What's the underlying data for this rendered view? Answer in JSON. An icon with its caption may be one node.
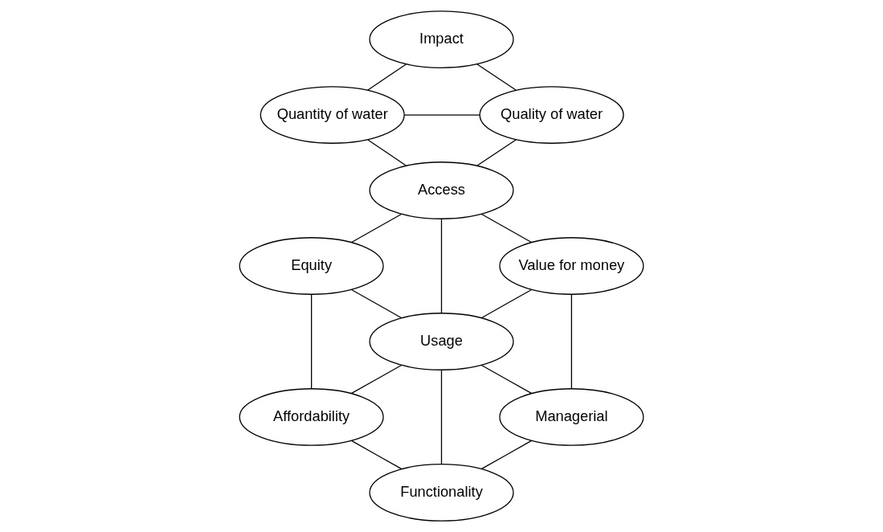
{
  "diagram": {
    "nodes": [
      {
        "text": [
          "Impact"
        ]
      },
      {
        "text": [
          "Quantity of water"
        ]
      },
      {
        "text": [
          "Quality of water"
        ]
      },
      {
        "text": [
          "Access"
        ]
      },
      {
        "text": [
          "Equity"
        ]
      },
      {
        "text": [
          "Value for money"
        ]
      },
      {
        "text": [
          "Usage"
        ]
      },
      {
        "text": [
          "Affordability"
        ]
      },
      {
        "text": [
          "Managerial"
        ]
      },
      {
        "text": [
          "Functionality"
        ]
      }
    ],
    "edges": [
      {
        "from": 0,
        "to": 1,
        "arrow": "none"
      },
      {
        "from": 0,
        "to": 2,
        "arrow": "none"
      },
      {
        "from": 1,
        "to": 2,
        "arrow": "none"
      },
      {
        "from": 1,
        "to": 3,
        "arrow": "none"
      },
      {
        "from": 2,
        "to": 3,
        "arrow": "none"
      },
      {
        "from": 3,
        "to": 4,
        "arrow": "none"
      },
      {
        "from": 3,
        "to": 5,
        "arrow": "none"
      },
      {
        "from": 3,
        "to": 6,
        "arrow": "none"
      },
      {
        "from": 4,
        "to": 6,
        "arrow": "none"
      },
      {
        "from": 4,
        "to": 7,
        "arrow": "none"
      },
      {
        "from": 5,
        "to": 6,
        "arrow": "none"
      },
      {
        "from": 5,
        "to": 8,
        "arrow": "none"
      },
      {
        "from": 6,
        "to": 7,
        "arrow": "none"
      },
      {
        "from": 6,
        "to": 8,
        "arrow": "none"
      },
      {
        "from": 6,
        "to": 9,
        "arrow": "none"
      },
      {
        "from": 7,
        "to": 9,
        "arrow": "none"
      },
      {
        "from": 8,
        "to": 9,
        "arrow": "none"
      }
    ]
  }
}
